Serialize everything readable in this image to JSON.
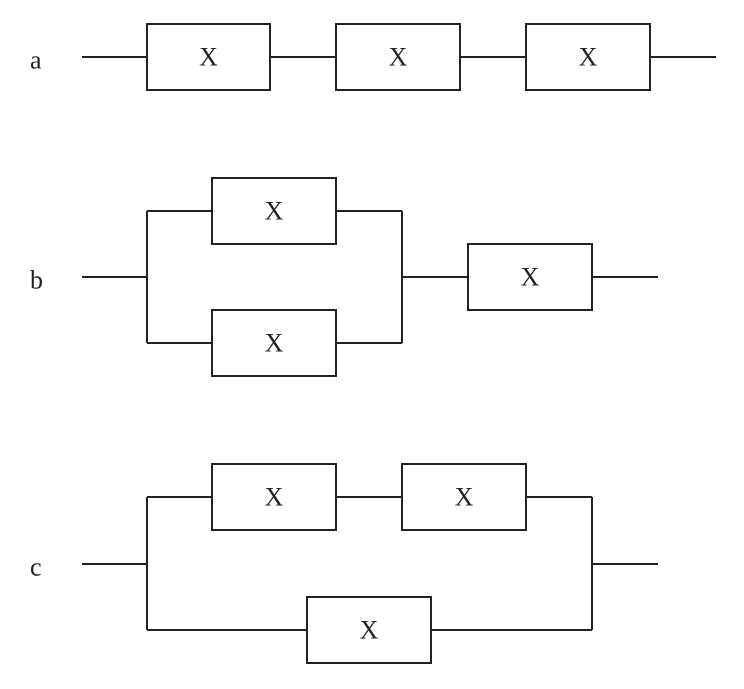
{
  "diagrams": [
    {
      "label": "a",
      "boxes": [
        "X",
        "X",
        "X"
      ]
    },
    {
      "label": "b",
      "boxes": [
        "X",
        "X",
        "X"
      ]
    },
    {
      "label": "c",
      "boxes": [
        "X",
        "X",
        "X"
      ]
    }
  ]
}
